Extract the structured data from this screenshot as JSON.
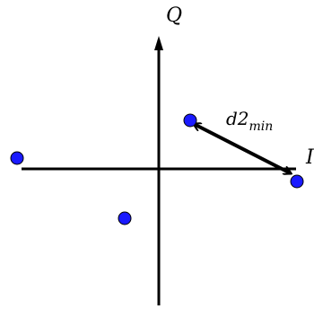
{
  "diagram": {
    "axis_labels": {
      "vertical": "Q",
      "horizontal": "I"
    },
    "distance_label": {
      "main": "d2",
      "subscript": "min"
    },
    "points": [
      {
        "name": "point-top-right"
      },
      {
        "name": "point-right-on-axis"
      },
      {
        "name": "point-left-on-axis"
      },
      {
        "name": "point-bottom-left"
      }
    ],
    "colors": {
      "point_fill": "#1a1aff",
      "point_stroke": "#000000",
      "axis": "#000000"
    }
  }
}
